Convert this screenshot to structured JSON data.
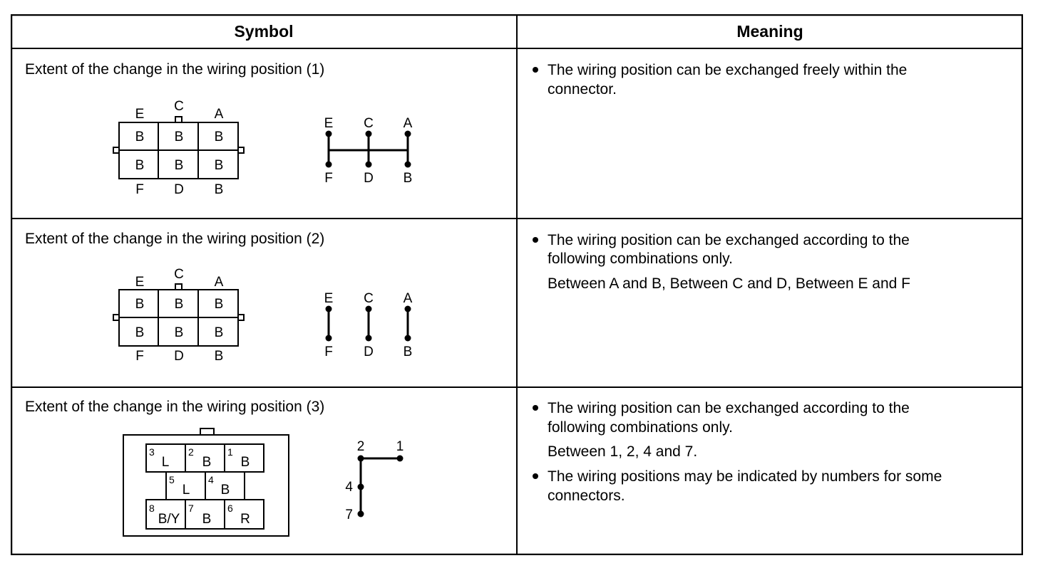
{
  "header": {
    "symbol": "Symbol",
    "meaning": "Meaning"
  },
  "rows": [
    {
      "caption": "Extent of the change in the wiring position (1)",
      "connector": {
        "top_labels": [
          "E",
          "C",
          "A"
        ],
        "bottom_labels": [
          "F",
          "D",
          "B"
        ],
        "top_cells": [
          "B",
          "B",
          "B"
        ],
        "bottom_cells": [
          "B",
          "B",
          "B"
        ]
      },
      "schematic": {
        "top": [
          "E",
          "C",
          "A"
        ],
        "bottom": [
          "F",
          "D",
          "B"
        ]
      },
      "meaning": {
        "bullets": [
          [
            "The wiring position can be exchanged freely within the",
            "connector."
          ]
        ],
        "note": ""
      }
    },
    {
      "caption": "Extent of the change in the wiring position (2)",
      "connector": {
        "top_labels": [
          "E",
          "C",
          "A"
        ],
        "bottom_labels": [
          "F",
          "D",
          "B"
        ],
        "top_cells": [
          "B",
          "B",
          "B"
        ],
        "bottom_cells": [
          "B",
          "B",
          "B"
        ]
      },
      "schematic": {
        "top": [
          "E",
          "C",
          "A"
        ],
        "bottom": [
          "F",
          "D",
          "B"
        ]
      },
      "meaning": {
        "bullets": [
          [
            "The wiring position can be exchanged according to the",
            "following combinations only."
          ]
        ],
        "note": "Between A and B, Between C and D, Between E and F"
      }
    },
    {
      "caption": "Extent of the change in the wiring position (3)",
      "connector": {
        "row1": [
          {
            "num": "3",
            "color": "L"
          },
          {
            "num": "2",
            "color": "B"
          },
          {
            "num": "1",
            "color": "B"
          }
        ],
        "row2": [
          {
            "num": "5",
            "color": "L"
          },
          {
            "num": "4",
            "color": "B"
          }
        ],
        "row3": [
          {
            "num": "8",
            "color": "B/Y"
          },
          {
            "num": "7",
            "color": "B"
          },
          {
            "num": "6",
            "color": "R"
          }
        ]
      },
      "schematic": {
        "labels": [
          "2",
          "1",
          "4",
          "7"
        ]
      },
      "meaning": {
        "bullets": [
          [
            "The wiring position can be exchanged according to the",
            "following combinations only."
          ],
          [
            "The wiring positions may be indicated by numbers for some",
            "connectors."
          ]
        ],
        "note": "Between 1, 2, 4 and 7."
      }
    }
  ]
}
